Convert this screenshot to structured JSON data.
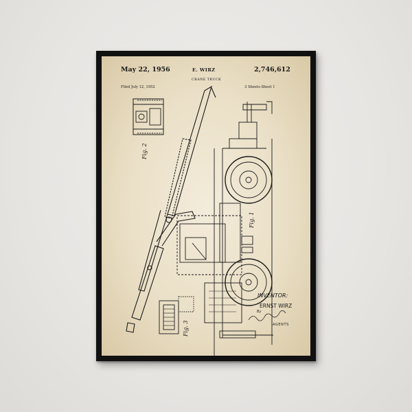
{
  "patent": {
    "date": "May 22, 1956",
    "inventor_header": "E. WIRZ",
    "number": "2,746,612",
    "title": "CRANE TRUCK",
    "filed": "Filed July 12, 1952",
    "sheets": "3 Sheets-Sheet 1",
    "fig_labels": [
      "Fig. 1",
      "Fig. 2",
      "Fig. 3"
    ],
    "inventor_label": "INVENTOR:",
    "inventor_name": "ERNST WIRZ",
    "by": "By",
    "agents": "AGENTS"
  },
  "colors": {
    "frame": "#111111",
    "paper": "#efe6d1",
    "ink": "#1a1a1a",
    "wall": "#e9e8e6"
  }
}
